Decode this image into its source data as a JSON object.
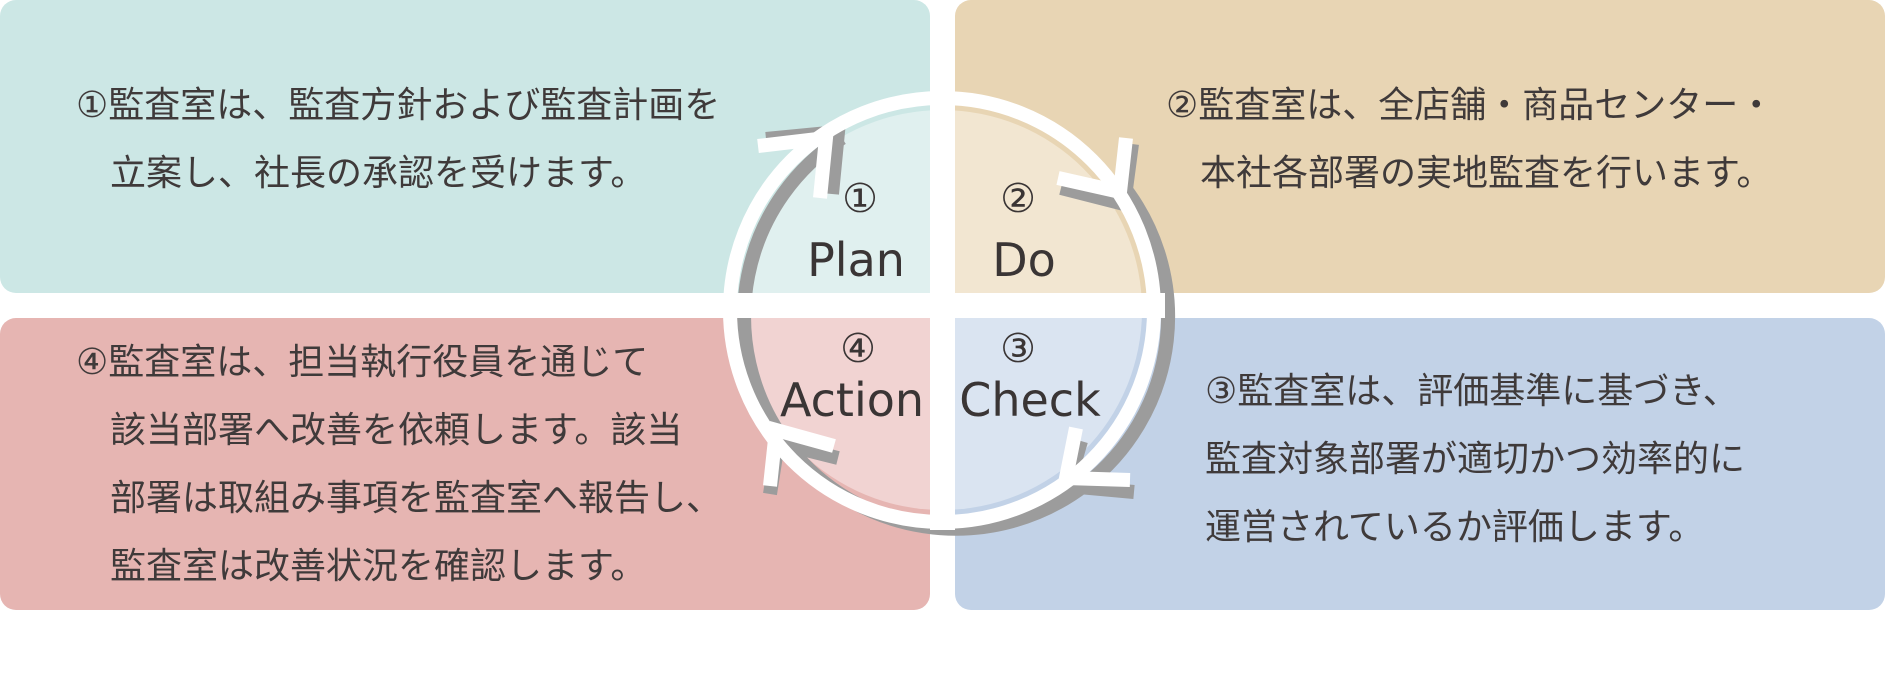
{
  "colors": {
    "plan": "#cce7e5",
    "do": "#e8d5b4",
    "action": "#e6b5b2",
    "check": "#c2d2e7",
    "plan_inner": "#e0f0ef",
    "do_inner": "#f2e6d1",
    "action_inner": "#f1d3d2",
    "check_inner": "#dae4f1",
    "ring": "#ffffff",
    "ring_shadow": "#9c9c9c"
  },
  "phases": {
    "plan": {
      "number": "①",
      "label": "Plan"
    },
    "do": {
      "number": "②",
      "label": "Do"
    },
    "check": {
      "number": "③",
      "label": "Check"
    },
    "action": {
      "number": "④",
      "label": "Action"
    }
  },
  "descriptions": {
    "plan": [
      "①監査室は、監査方針および監査計画を",
      "立案し、社長の承認を受けます。"
    ],
    "do": [
      "②監査室は、全店舗・商品センター・",
      "本社各部署の実地監査を行います。"
    ],
    "check": [
      "③監査室は、評価基準に基づき、",
      "監査対象部署が適切かつ効率的に",
      "運営されているか評価します。"
    ],
    "action": [
      "④監査室は、担当執行役員を通じて",
      "該当部署へ改善を依頼します。該当",
      "部署は取組み事項を監査室へ報告し、",
      "監査室は改善状況を確認します。"
    ]
  }
}
